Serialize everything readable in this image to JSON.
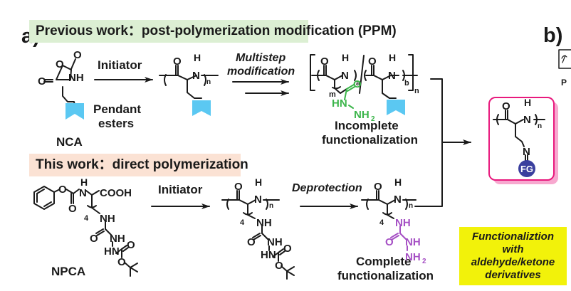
{
  "panel_a": {
    "label": "a)",
    "previous_banner": "Previous work：post-polymerization modification (PPM)",
    "this_banner": "This work：direct polymerization",
    "previous_row": {
      "monomer_name": "NCA",
      "pendant_label_line1": "Pendant",
      "pendant_label_line2": "esters",
      "step1_reagent": "Initiator",
      "step2_reagent_line1": "Multistep",
      "step2_reagent_line2": "modification",
      "result_line1": "Incomplete",
      "result_line2": "functionalization",
      "subscripts": {
        "n": "n",
        "a": "a",
        "b": "b",
        "m": "m"
      },
      "hydrazide_atoms": {
        "o": "O",
        "hn": "HN",
        "nh2": "NH"
      },
      "accent_color": "#3bb54a",
      "pendant_color": "#5bc8f2"
    },
    "this_row": {
      "monomer_name": "NPCA",
      "step1_reagent": "Initiator",
      "step2_reagent": "Deprotection",
      "result_line1": "Complete",
      "result_line2": "functionalization",
      "atoms": {
        "cooh": "COOH",
        "nh": "NH",
        "hn": "HN",
        "o": "O",
        "h": "H",
        "n": "N",
        "nh2": "NH"
      },
      "spacer": "4",
      "accent_color": "#a54fc4"
    },
    "product": {
      "fg_label": "FG",
      "atoms": {
        "o": "O",
        "h": "H",
        "n": "N"
      },
      "subscript": "n",
      "border_color": "#e8197d",
      "shadow_color": "#f7a8cf",
      "fg_color": "#3a3f9e"
    },
    "functionalization_note": {
      "line1": "Functionaliztion",
      "line2": "with",
      "line3": "aldehyde/ketone",
      "line4": "derivatives",
      "bg_color": "#f2f20a"
    }
  },
  "panel_b": {
    "label": "b)",
    "partial_letter": "P"
  }
}
